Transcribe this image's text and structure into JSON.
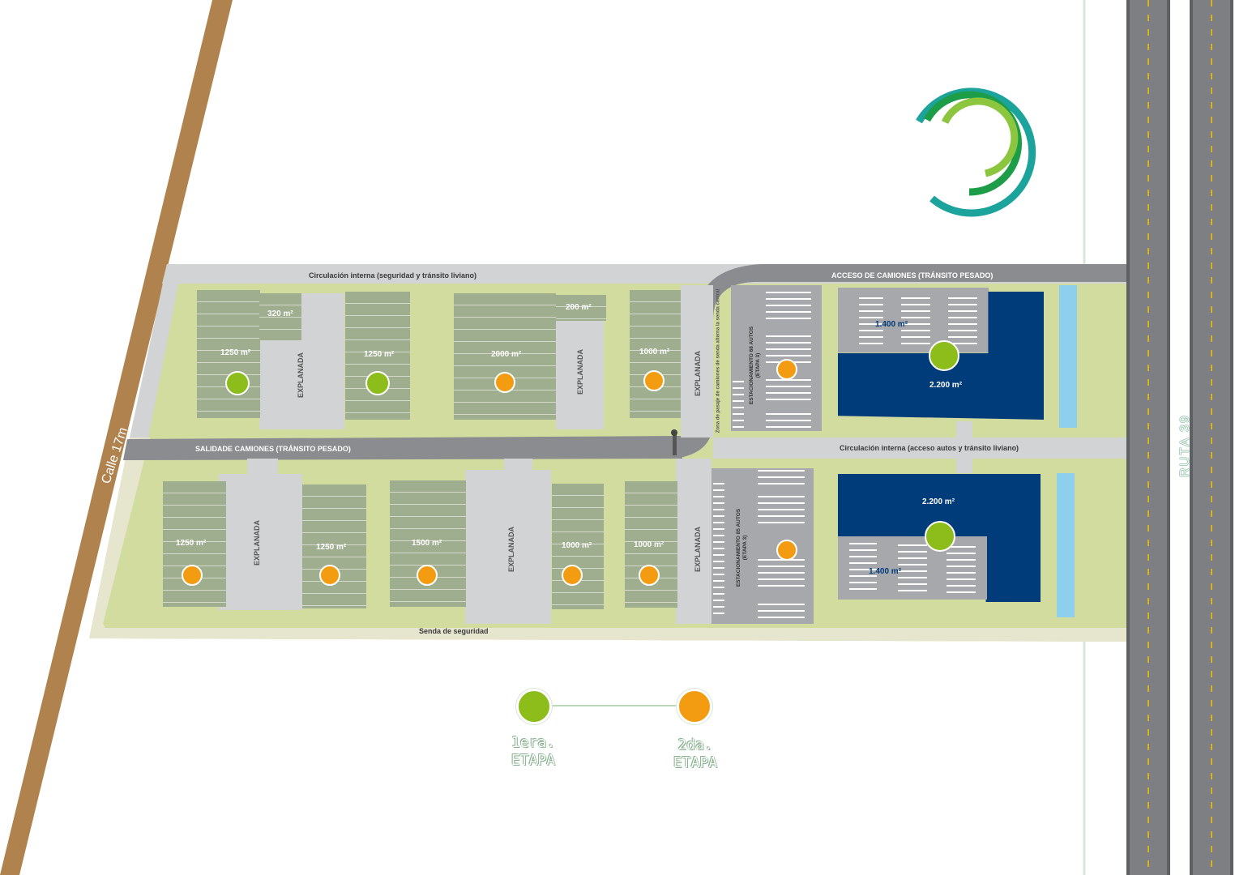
{
  "streets": {
    "calle": "Calle 17m",
    "ruta": "RUTA 39"
  },
  "roads": {
    "circulacion_top": "Circulación interna (seguridad y tránsito liviano)",
    "acceso_camiones": "ACCESO DE CAMIONES (TRÁNSITO PESADO)",
    "salida_camiones": "SALIDADE CAMIONES (TRÁNSITO PESADO)",
    "circulacion_mid": "Circulación interna (acceso autos y tránsito liviano)",
    "senda": "Senda de seguridad",
    "zona_pasaje": "Zona de pasaje de camiones de senda alterna la senda central"
  },
  "explanada": "EXPLANADA",
  "parking": {
    "top": "ESTACIONAMIENTO 68 AUTOS (ETAPA 3)",
    "bottom": "ESTACIONAMIENTO 85 AUTOS (ETAPA 3)"
  },
  "lots_top": [
    {
      "area": "1250 m²",
      "stage": 1
    },
    {
      "area": "320 m²",
      "stage": 0
    },
    {
      "area": "1250 m²",
      "stage": 1
    },
    {
      "area": "2000 m²",
      "stage": 2
    },
    {
      "area": "200 m²",
      "stage": 0
    },
    {
      "area": "1000 m²",
      "stage": 2
    }
  ],
  "lots_bottom": [
    {
      "area": "1250 m²",
      "stage": 2
    },
    {
      "area": "1250 m²",
      "stage": 2
    },
    {
      "area": "1500 m²",
      "stage": 2
    },
    {
      "area": "1000 m²",
      "stage": 2
    },
    {
      "area": "1000 m²",
      "stage": 2
    }
  ],
  "warehouses": {
    "top_building": "2.200 m²",
    "top_yard": "1.400 m²",
    "bottom_building": "2.200 m²",
    "bottom_yard": "1.400 m²"
  },
  "legend": {
    "first_line1": "1era.",
    "first_line2": "ETAPA",
    "second_line1": "2da.",
    "second_line2": "ETAPA"
  },
  "colors": {
    "stage1": "#8cbd1b",
    "stage2": "#f39c12",
    "warehouse": "#003b7a",
    "lot": "#9eae8f",
    "ground": "#d3dc9f",
    "road": "#a6a8ab",
    "calle": "#b0834e"
  }
}
